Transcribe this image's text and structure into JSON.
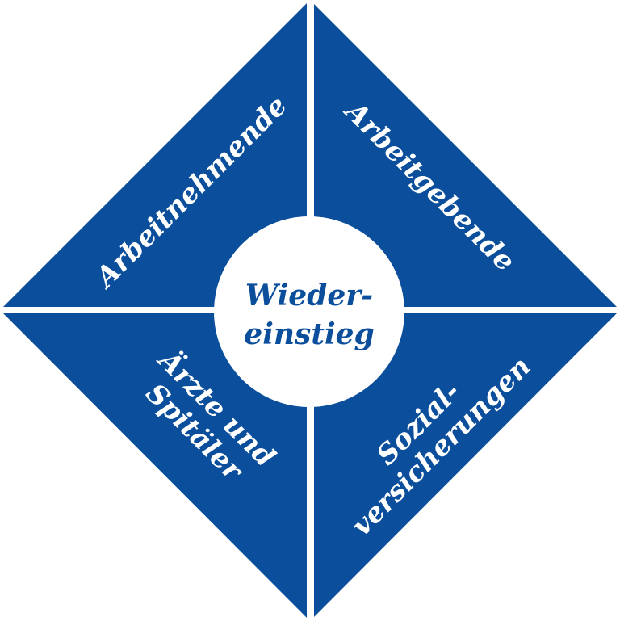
{
  "colors": {
    "primary": "#0b4f9c",
    "background": "#ffffff"
  },
  "center": {
    "line1": "Wieder-",
    "line2": "einstieg"
  },
  "quadrants": {
    "top_left": {
      "line1": "Arbeitnehmende"
    },
    "top_right": {
      "line1": "Arbeitgebende"
    },
    "bottom_left": {
      "line1": "Ärzte und",
      "line2": "Spitäler"
    },
    "bottom_right": {
      "line1": "Sozial-",
      "line2": "versicherungen"
    }
  }
}
